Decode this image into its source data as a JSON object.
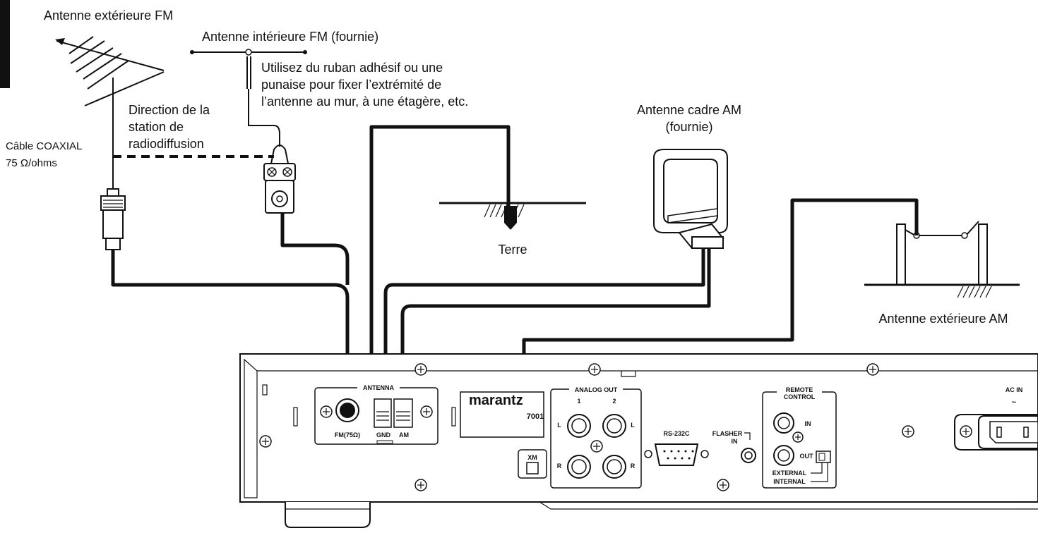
{
  "labels": {
    "fm_outdoor": "Antenne extérieure FM",
    "fm_indoor": "Antenne intérieure FM (fournie)",
    "tape_note_1": "Utilisez du ruban adhésif ou une",
    "tape_note_2": "punaise pour fixer l’extrémité de",
    "tape_note_3": "l’antenne au mur, à une étagère, etc.",
    "direction_1": "Direction de la",
    "direction_2": "station de",
    "direction_3": "radiodiffusion",
    "coax_1": "Câble COAXIAL",
    "coax_2": "75 Ω/ohms",
    "am_loop_1": "Antenne cadre AM",
    "am_loop_2": "(fournie)",
    "ground": "Terre",
    "am_outdoor": "Antenne extérieure AM"
  },
  "panel": {
    "antenna": "ANTENNA",
    "fm75": "FM(75Ω)",
    "gnd": "GND",
    "am": "AM",
    "brand": "marantz",
    "model": "7001",
    "analog_out": "ANALOG OUT",
    "ch1": "1",
    "ch2": "2",
    "l": "L",
    "r": "R",
    "xm": "XM",
    "rs232c": "RS-232C",
    "flasher": "FLASHER",
    "flasher_in": "IN",
    "remote_1": "REMOTE",
    "remote_2": "CONTROL",
    "rc_in": "IN",
    "rc_out": "OUT",
    "external": "EXTERNAL",
    "internal": "INTERNAL",
    "ac_in": "AC IN",
    "ac_symbol": "~"
  }
}
